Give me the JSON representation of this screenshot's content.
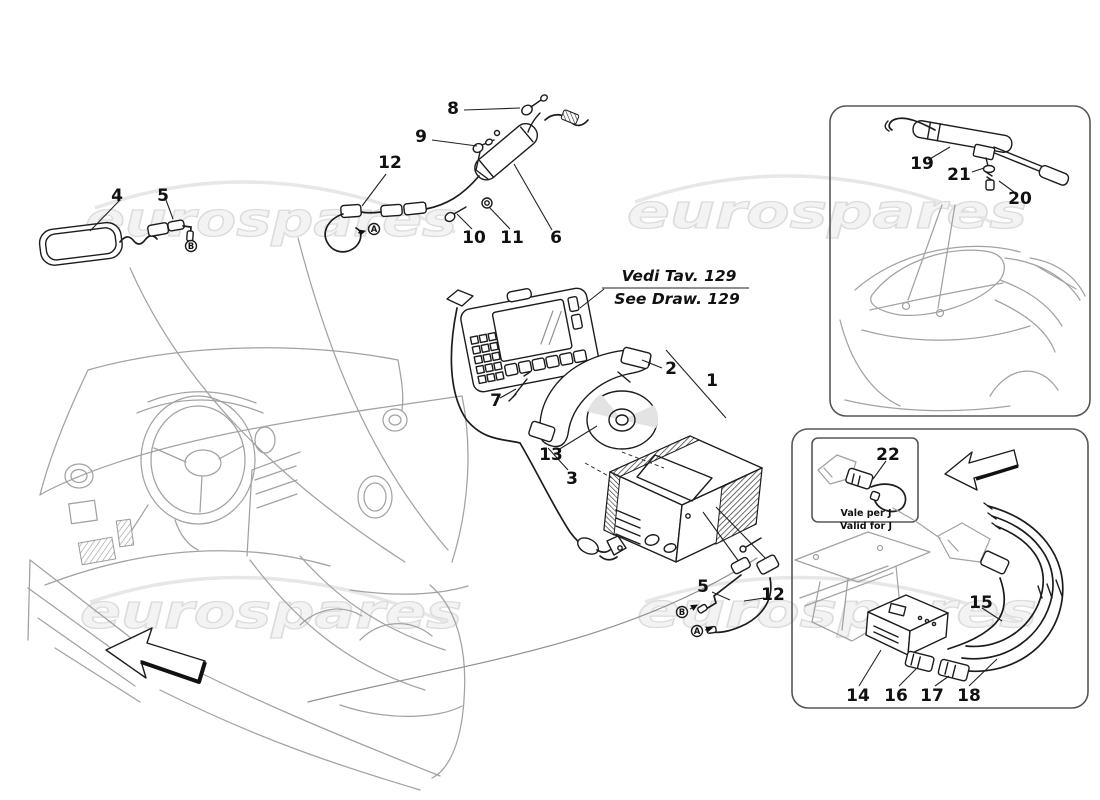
{
  "watermark": {
    "text": "eurospares"
  },
  "note_ref": {
    "line1": "Vedi Tav. 129",
    "line2": "See Draw. 129"
  },
  "inset_note": {
    "line1": "Vale per J",
    "line2": "Valid for J"
  },
  "labels": {
    "p1": "1",
    "p2": "2",
    "p3": "3",
    "p4": "4",
    "p5": "5",
    "p6": "6",
    "p7": "7",
    "p8": "8",
    "p9": "9",
    "p10": "10",
    "p11": "11",
    "p12": "12",
    "p13": "13",
    "p14": "14",
    "p15": "15",
    "p16": "16",
    "p17": "17",
    "p18": "18",
    "p19": "19",
    "p20": "20",
    "p21": "21",
    "p22": "22"
  },
  "connectors": {
    "a": "A",
    "b": "B"
  },
  "colors": {
    "line": "#1c1c1c",
    "context_sketch": "#a2a2a2",
    "watermark_fill": "#f3f3f3",
    "watermark_stroke": "#dcdcdc",
    "box_border": "#565656",
    "background": "#ffffff"
  }
}
